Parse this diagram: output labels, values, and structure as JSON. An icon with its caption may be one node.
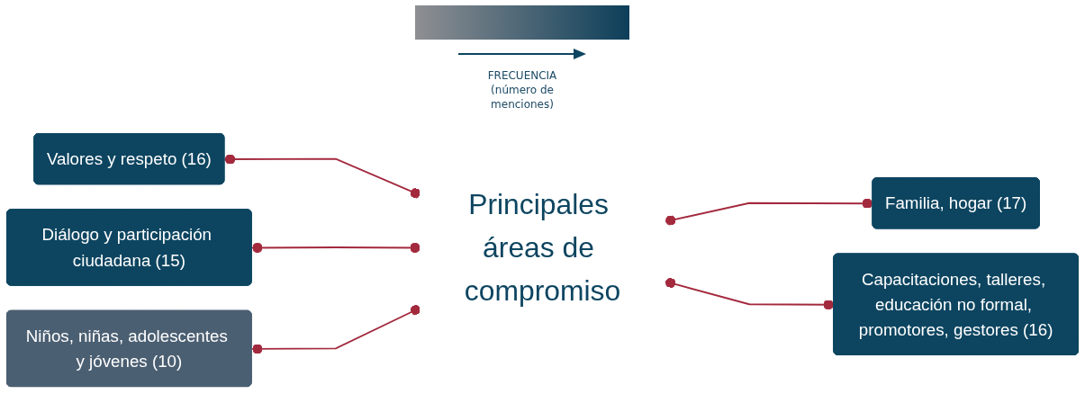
{
  "diagram": {
    "nodes": [
      {
        "text": [
          "Valores y respeto (16)"
        ]
      },
      {
        "text": [
          "Diálogo y participación ciudadana (15)"
        ]
      },
      {
        "text": [
          "Niños, niñas, adolescentes y jóvenes (10)"
        ]
      },
      {
        "text": [
          "Principales áreas de compromiso"
        ]
      },
      {
        "text": [
          "Familia, hogar (17)"
        ]
      },
      {
        "text": [
          "Capacitaciones, talleres, educación no formal, promotores, gestores (16)"
        ]
      }
    ],
    "edges": [
      {
        "from": 0,
        "to": 3,
        "arrow": "other"
      },
      {
        "from": 1,
        "to": 3,
        "arrow": "other"
      },
      {
        "from": 2,
        "to": 3,
        "arrow": "other"
      },
      {
        "from": 3,
        "to": 4,
        "arrow": "other"
      },
      {
        "from": 3,
        "to": 5,
        "arrow": "other"
      }
    ],
    "legend": [
      {
        "text": "FRECUENCIA (número de menciones)"
      }
    ]
  }
}
